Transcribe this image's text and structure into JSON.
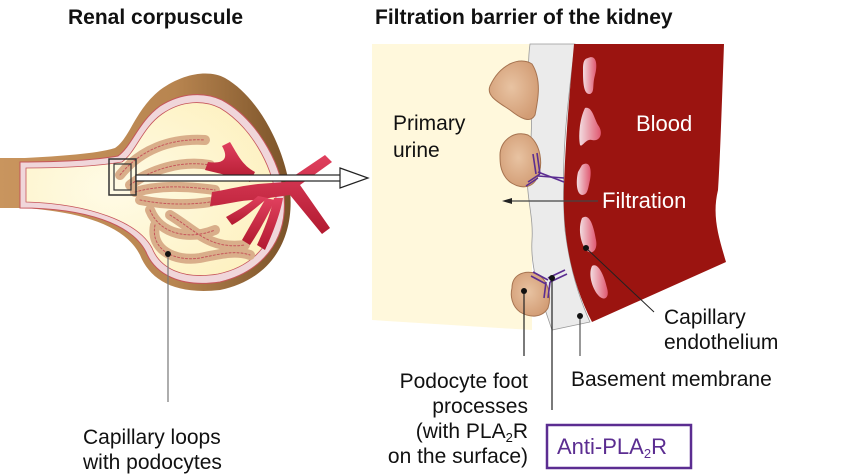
{
  "panels": {
    "left": {
      "title": "Renal corpuscule",
      "callout": {
        "line1": "Capillary loops",
        "line2": "with podocytes"
      }
    },
    "right": {
      "title": "Filtration barrier of the kidney",
      "regions": {
        "urine_line1": "Primary",
        "urine_line2": "urine",
        "blood": "Blood",
        "filtration": "Filtration"
      },
      "callouts": {
        "endothelium_line1": "Capillary",
        "endothelium_line2": "endothelium",
        "basement": "Basement membrane",
        "podocyte_line1": "Podocyte foot",
        "podocyte_line2": "processes",
        "podocyte_line3_pre": "(with PLA",
        "podocyte_line3_sub": "2",
        "podocyte_line3_post": "R",
        "podocyte_line4": "on the surface)",
        "antibody_pre": "Anti-PLA",
        "antibody_sub": "2",
        "antibody_post": "R"
      }
    }
  },
  "colors": {
    "capsule_brown": "#a9784a",
    "urine_yellow": "#fff8dc",
    "basement_gray": "#ebebeb",
    "blood_red": "#9b1410",
    "vessel_pink": "#d8344e",
    "podocyte_tan": "#d9a982",
    "antibody_purple": "#5b2d91"
  }
}
